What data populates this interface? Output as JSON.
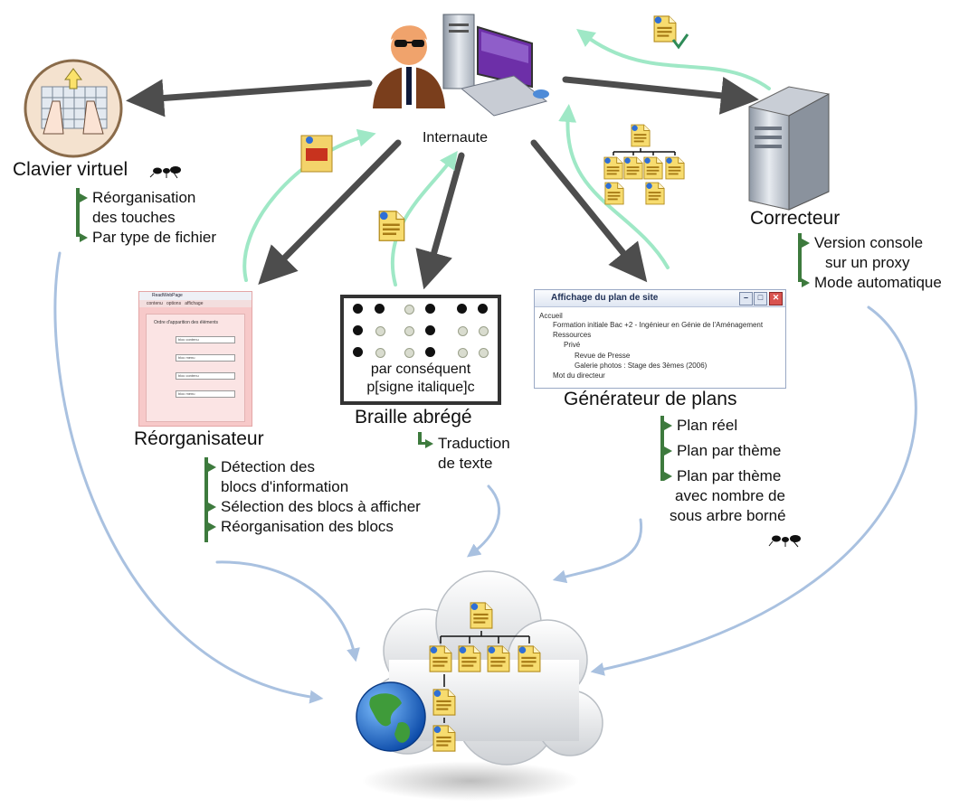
{
  "colors": {
    "dark_arrow": "#4d4d4d",
    "mint_arrow": "#9fe8c6",
    "blue_arrow": "#a9c1e0",
    "feature_green": "#3d7a3d",
    "doc_yellow": "#f7dc6f"
  },
  "icons": {
    "user": "user-sunglasses-icon",
    "computer": "desktop-computer-icon",
    "keyboard": "virtual-keyboard-icon",
    "server": "server-tower-icon",
    "globe": "globe-icon",
    "cloud": "cloud-icon",
    "ant": "ant-icon",
    "document": "web-document-icon"
  },
  "nodes": {
    "internaute": {
      "label": "Internaute"
    },
    "clavier": {
      "label": "Clavier virtuel",
      "features": [
        "Réorganisation",
        "des touches",
        "Par type de fichier"
      ]
    },
    "correcteur": {
      "label": "Correcteur",
      "features": [
        "Version console",
        "sur un proxy",
        "Mode automatique"
      ]
    },
    "reorganisateur": {
      "label": "Réorganisateur",
      "features": [
        "Détection des",
        "blocs d'information",
        "Sélection des blocs à afficher",
        "Réorganisation des blocs"
      ],
      "window": {
        "title": "ReadWebPage",
        "tabs": [
          "contenu",
          "options",
          "affichage"
        ],
        "caption": "Ordre d'apparition des éléments",
        "selects": [
          "bloc contenu",
          "bloc menu",
          "bloc contenu",
          "bloc menu"
        ]
      }
    },
    "braille": {
      "label": "Braille abrégé",
      "features": [
        "Traduction",
        "de texte"
      ],
      "card_lines": [
        "par conséquent",
        "p[signe italique]c"
      ]
    },
    "generateur": {
      "label": "Générateur de plans",
      "features": [
        "Plan réel",
        "Plan par thème",
        "Plan par thème",
        "avec nombre de",
        "sous arbre borné"
      ],
      "window": {
        "title": "Affichage du plan de site",
        "tree": [
          "Accueil",
          "Formation initiale Bac +2 - Ingénieur en Génie de l'Aménagement",
          "Ressources",
          "Privé",
          "Revue de Presse",
          "Galerie photos : Stage des 3èmes (2006)",
          "Mot du directeur"
        ]
      }
    }
  }
}
